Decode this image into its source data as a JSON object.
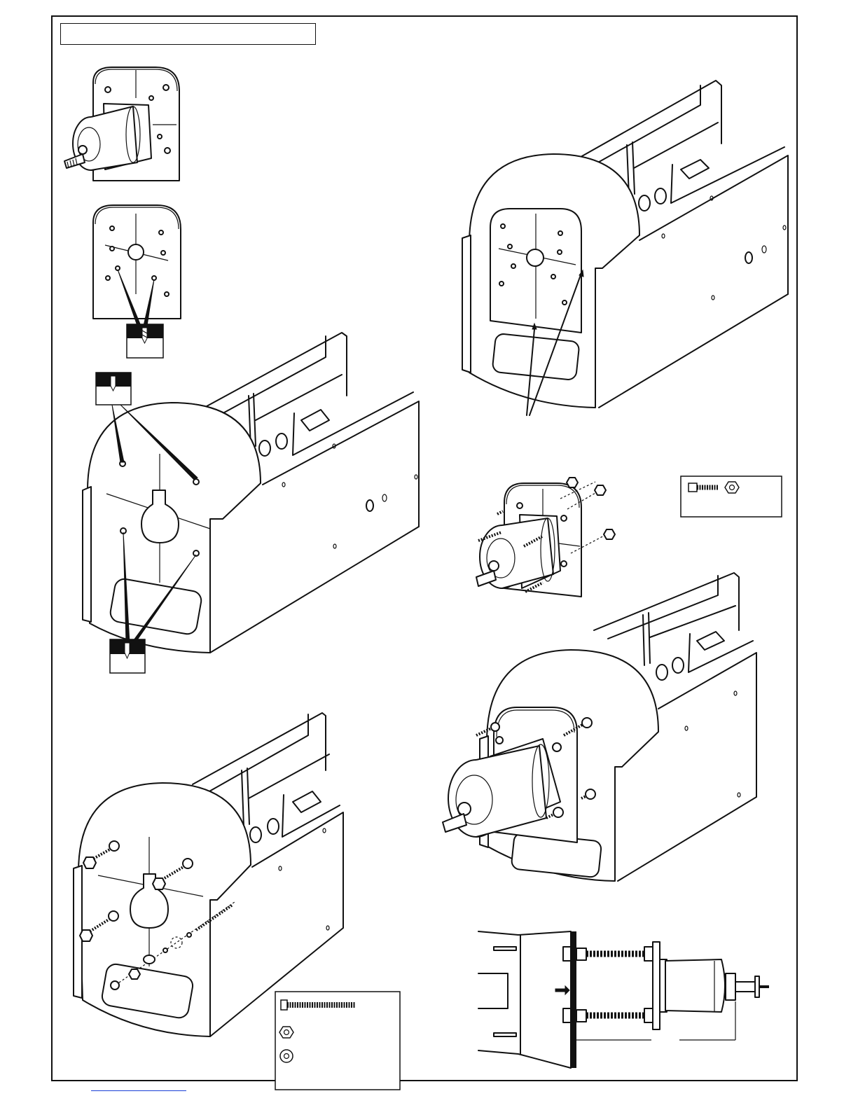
{
  "page": {
    "title_box_text": "",
    "background": "#ffffff",
    "frame_color": "#111111",
    "link_color": "#1a3fd6"
  },
  "figures": [
    {
      "name": "motor-on-mount-plate"
    },
    {
      "name": "mount-plate-with-drill-holes"
    },
    {
      "name": "firewall-drill-locations"
    },
    {
      "name": "firewall-with-mount-plate"
    },
    {
      "name": "motor-bolt-assembly"
    },
    {
      "name": "firewall-bolts-installed"
    },
    {
      "name": "motor-mounted-on-firewall"
    },
    {
      "name": "side-section-view"
    }
  ],
  "icons": {
    "drill": "drill-bit-icon",
    "bolt": "socket-cap-bolt-icon",
    "nut": "hex-nut-icon",
    "washer": "flat-washer-icon"
  }
}
